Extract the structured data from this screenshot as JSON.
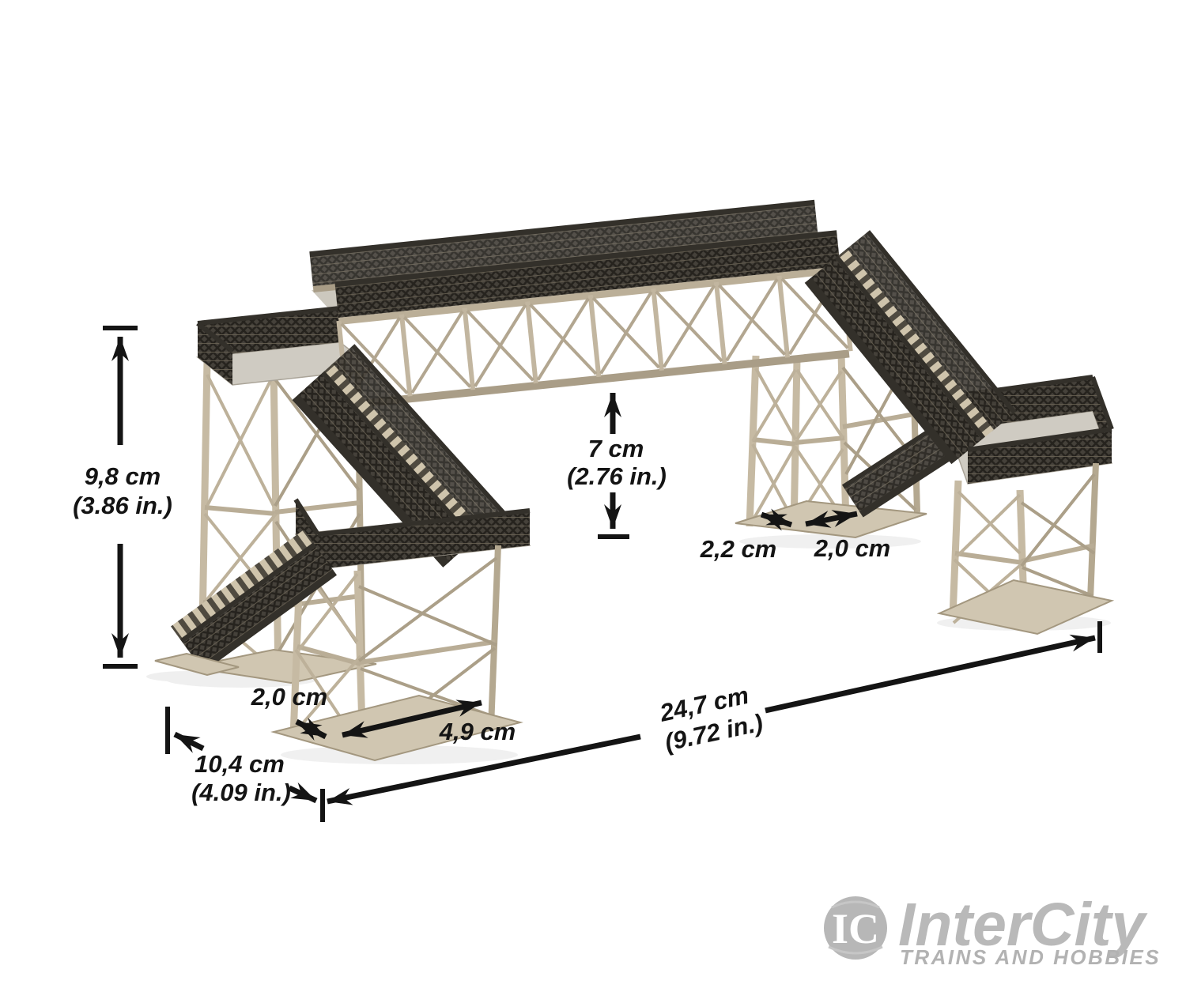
{
  "dimensions": {
    "height": {
      "metric": "9,8 cm",
      "imperial": "(3.86 in.)"
    },
    "clearance": {
      "metric": "7 cm",
      "imperial": "(2.76 in.)"
    },
    "right_pier_front_width": {
      "metric": "2,2 cm"
    },
    "right_pier_side_width": {
      "metric": "2,0 cm"
    },
    "left_pier_front_width": {
      "metric": "2,0 cm"
    },
    "left_pier_side_width": {
      "metric": "4,9 cm"
    },
    "total_length": {
      "metric": "24,7 cm",
      "imperial": "(9.72 in.)"
    },
    "total_depth": {
      "metric": "10,4 cm",
      "imperial": "(4.09 in.)"
    }
  },
  "branding": {
    "monogram": "IC",
    "name": "InterCity",
    "tagline": "TRAINS AND HOBBIES"
  },
  "colors": {
    "annotation": "#141414",
    "logo_gray": "#b9b9b9",
    "wood_beige": "#bfb39c",
    "railing_dark": "#3c382f",
    "background": "#ffffff"
  }
}
